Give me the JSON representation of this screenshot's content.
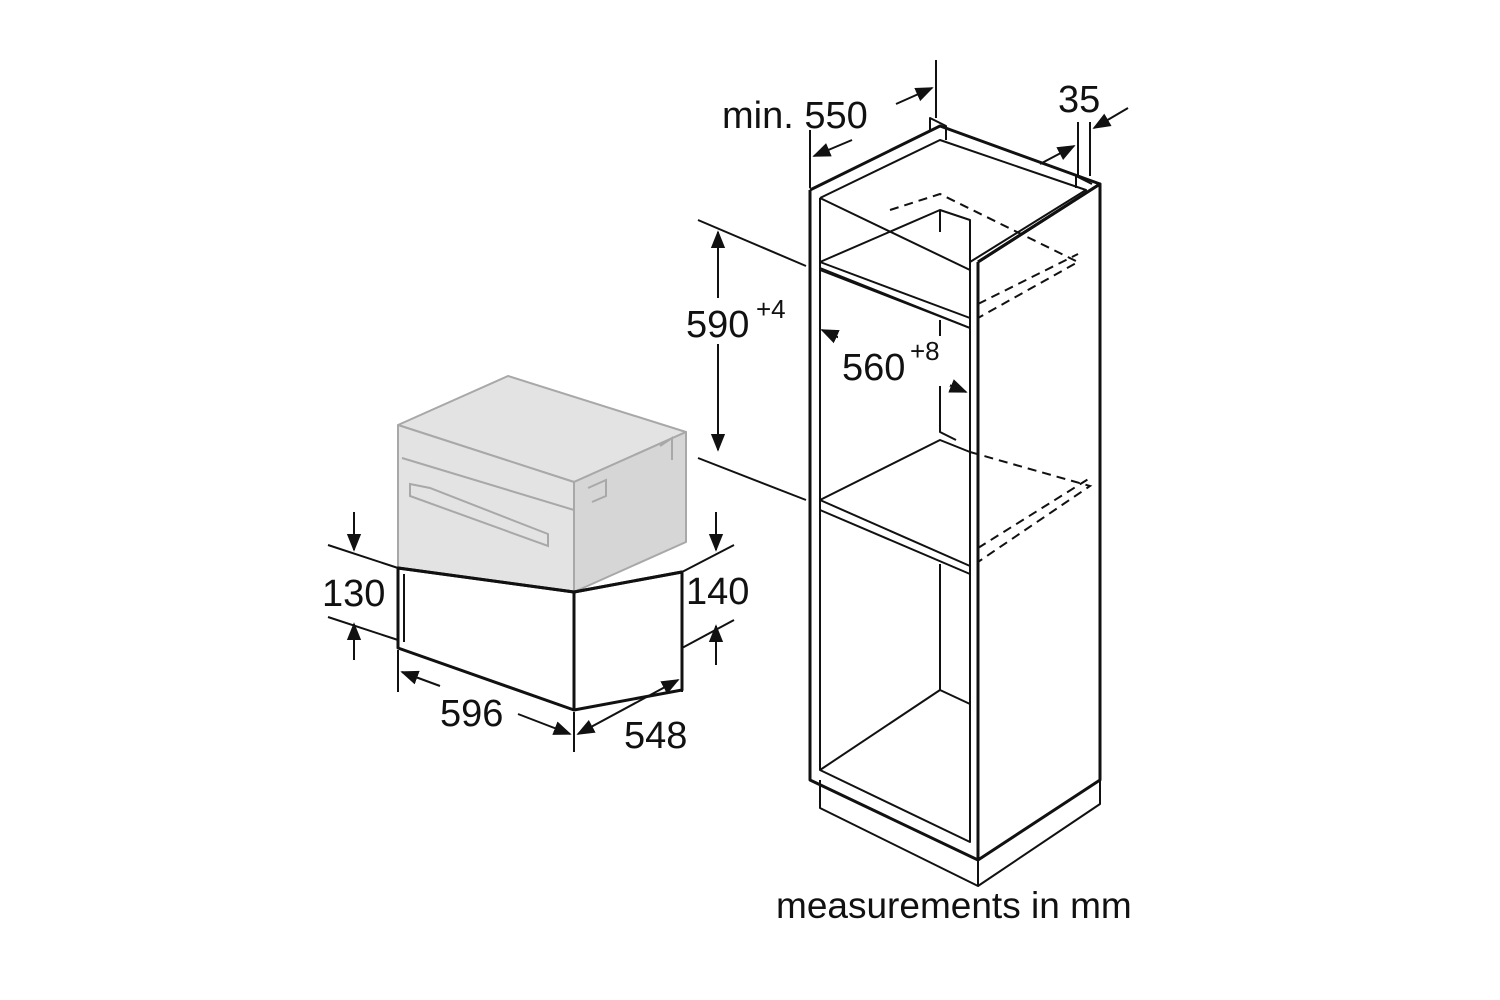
{
  "dimensions": {
    "depth_min": "min. 550",
    "gap": "35",
    "niche_height": "590",
    "niche_height_tol": "+4",
    "niche_width": "560",
    "niche_width_tol": "+8",
    "drawer_height": "130",
    "niche_drawer_height": "140",
    "drawer_width": "596",
    "drawer_depth": "548"
  },
  "note": "measurements in mm"
}
